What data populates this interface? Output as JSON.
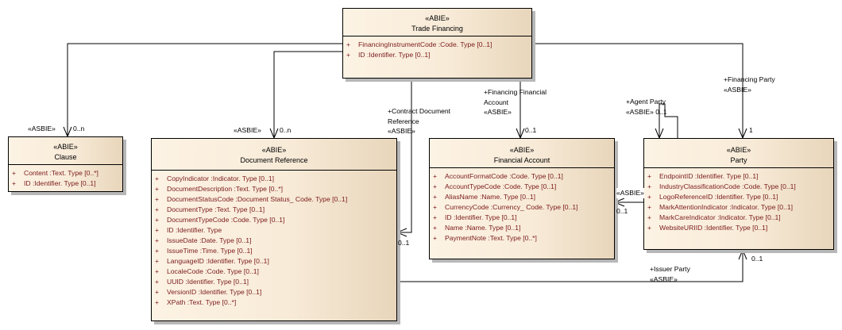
{
  "diagram": {
    "classes": [
      {
        "id": "trade-financing",
        "stereotype": "«ABIE»",
        "name": "Trade Financing",
        "attributes": [
          {
            "vis": "+",
            "text": "FinancingInstrumentCode  :Code. Type [0..1]"
          },
          {
            "vis": "+",
            "text": "ID  :Identifier. Type [0..1]"
          }
        ]
      },
      {
        "id": "clause",
        "stereotype": "«ABIE»",
        "name": "Clause",
        "attributes": [
          {
            "vis": "+",
            "text": "Content  :Text. Type [0..*]"
          },
          {
            "vis": "+",
            "text": "ID  :Identifier. Type [0..1]"
          }
        ]
      },
      {
        "id": "document-reference",
        "stereotype": "«ABIE»",
        "name": "Document Reference",
        "attributes": [
          {
            "vis": "+",
            "text": "CopyIndicator  :Indicator. Type [0..1]"
          },
          {
            "vis": "+",
            "text": "DocumentDescription  :Text. Type [0..*]"
          },
          {
            "vis": "+",
            "text": "DocumentStatusCode  :Document Status_ Code. Type [0..1]"
          },
          {
            "vis": "+",
            "text": "DocumentType  :Text. Type [0..1]"
          },
          {
            "vis": "+",
            "text": "DocumentTypeCode  :Code. Type [0..1]"
          },
          {
            "vis": "+",
            "text": "ID  :Identifier. Type"
          },
          {
            "vis": "+",
            "text": "IssueDate  :Date. Type [0..1]"
          },
          {
            "vis": "+",
            "text": "IssueTime  :Time. Type [0..1]"
          },
          {
            "vis": "+",
            "text": "LanguageID  :Identifier. Type [0..1]"
          },
          {
            "vis": "+",
            "text": "LocaleCode  :Code. Type [0..1]"
          },
          {
            "vis": "+",
            "text": "UUID  :Identifier. Type [0..1]"
          },
          {
            "vis": "+",
            "text": "VersionID  :Identifier. Type [0..1]"
          },
          {
            "vis": "+",
            "text": "XPath  :Text. Type [0..*]"
          }
        ]
      },
      {
        "id": "financial-account",
        "stereotype": "«ABIE»",
        "name": "Financial Account",
        "attributes": [
          {
            "vis": "+",
            "text": "AccountFormatCode  :Code. Type [0..1]"
          },
          {
            "vis": "+",
            "text": "AccountTypeCode  :Code. Type [0..1]"
          },
          {
            "vis": "+",
            "text": "AliasName  :Name. Type [0..1]"
          },
          {
            "vis": "+",
            "text": "CurrencyCode  :Currency_ Code. Type [0..1]"
          },
          {
            "vis": "+",
            "text": "ID  :Identifier. Type [0..1]"
          },
          {
            "vis": "+",
            "text": "Name  :Name. Type [0..1]"
          },
          {
            "vis": "+",
            "text": "PaymentNote  :Text. Type [0..*]"
          }
        ]
      },
      {
        "id": "party",
        "stereotype": "«ABIE»",
        "name": "Party",
        "attributes": [
          {
            "vis": "+",
            "text": "EndpointID  :Identifier. Type [0..1]"
          },
          {
            "vis": "+",
            "text": "IndustryClassificationCode  :Code. Type [0..1]"
          },
          {
            "vis": "+",
            "text": "LogoReferenceID  :Identifier. Type [0..1]"
          },
          {
            "vis": "+",
            "text": "MarkAttentionIndicator  :Indicator. Type [0..1]"
          },
          {
            "vis": "+",
            "text": "MarkCareIndicator  :Indicator. Type [0..1]"
          },
          {
            "vis": "+",
            "text": "WebsiteURIID  :Identifier. Type [0..1]"
          }
        ]
      }
    ],
    "associations": [
      {
        "id": "clause",
        "from": "Trade Financing",
        "to": "Clause",
        "role_lines": [
          "«ASBIE»"
        ],
        "multiplicity": "0..n"
      },
      {
        "id": "document-reference",
        "from": "Trade Financing",
        "to": "Document Reference",
        "role_lines": [
          "«ASBIE»"
        ],
        "multiplicity": "0..n"
      },
      {
        "id": "contract-document-reference",
        "from": "Trade Financing",
        "to": "Document Reference",
        "role_lines": [
          "+Contract Document",
          "Reference",
          "«ASBIE»"
        ],
        "multiplicity": "0..1"
      },
      {
        "id": "financing-financial-account",
        "from": "Trade Financing",
        "to": "Financial Account",
        "role_lines": [
          "+Financing Financial",
          "Account",
          "«ASBIE»"
        ],
        "multiplicity": "0..1"
      },
      {
        "id": "agent-party",
        "from": "Party",
        "to": "Party",
        "role_lines": [
          "+Agent Party",
          "«ASBIE» 0..1"
        ],
        "multiplicity": ""
      },
      {
        "id": "financing-party",
        "from": "Trade Financing",
        "to": "Party",
        "role_lines": [
          "+Financing Party",
          "«ASBIE»"
        ],
        "multiplicity": "1"
      },
      {
        "id": "party-financial-account",
        "from": "Party",
        "to": "Financial Account",
        "role_lines": [
          "«ASBIE»"
        ],
        "multiplicity": "0..1"
      },
      {
        "id": "issuer-party",
        "from": "Document Reference",
        "to": "Party",
        "role_lines": [
          "+Issuer Party",
          "«ASBIE»"
        ],
        "multiplicity": "0..1"
      }
    ]
  }
}
